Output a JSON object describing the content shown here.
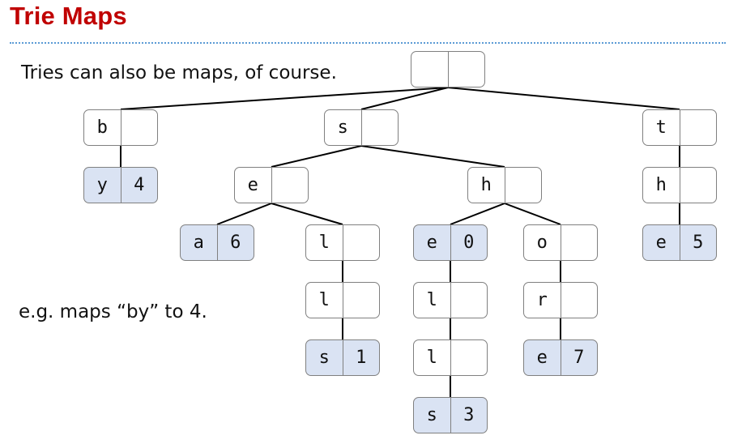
{
  "title": "Trie Maps",
  "intro": "Tries can also be maps, of course.",
  "note": "e.g. maps “by” to 4.",
  "colors": {
    "title": "#c00000",
    "node_border": "#808080",
    "valued_fill": "#dae3f3",
    "edge": "#000000",
    "rule": "#5b9bd5"
  },
  "trie": {
    "id": "root",
    "key": "",
    "value": "",
    "children": [
      {
        "id": "b",
        "key": "b",
        "value": "",
        "children": [
          {
            "id": "by",
            "key": "y",
            "value": "4",
            "children": []
          }
        ]
      },
      {
        "id": "s",
        "key": "s",
        "value": "",
        "children": [
          {
            "id": "se",
            "key": "e",
            "value": "",
            "children": [
              {
                "id": "sea",
                "key": "a",
                "value": "6",
                "children": []
              },
              {
                "id": "sel",
                "key": "l",
                "value": "",
                "children": [
                  {
                    "id": "sell",
                    "key": "l",
                    "value": "",
                    "children": [
                      {
                        "id": "sells",
                        "key": "s",
                        "value": "1",
                        "children": []
                      }
                    ]
                  }
                ]
              }
            ]
          },
          {
            "id": "sh",
            "key": "h",
            "value": "",
            "children": [
              {
                "id": "she",
                "key": "e",
                "value": "0",
                "children": [
                  {
                    "id": "shel",
                    "key": "l",
                    "value": "",
                    "children": [
                      {
                        "id": "shell",
                        "key": "l",
                        "value": "",
                        "children": [
                          {
                            "id": "shells",
                            "key": "s",
                            "value": "3",
                            "children": []
                          }
                        ]
                      }
                    ]
                  }
                ]
              },
              {
                "id": "sho",
                "key": "o",
                "value": "",
                "children": [
                  {
                    "id": "shor",
                    "key": "r",
                    "value": "",
                    "children": [
                      {
                        "id": "shore",
                        "key": "e",
                        "value": "7",
                        "children": []
                      }
                    ]
                  }
                ]
              }
            ]
          }
        ]
      },
      {
        "id": "t",
        "key": "t",
        "value": "",
        "children": [
          {
            "id": "th",
            "key": "h",
            "value": "",
            "children": [
              {
                "id": "the",
                "key": "e",
                "value": "5",
                "children": []
              }
            ]
          }
        ]
      }
    ]
  }
}
